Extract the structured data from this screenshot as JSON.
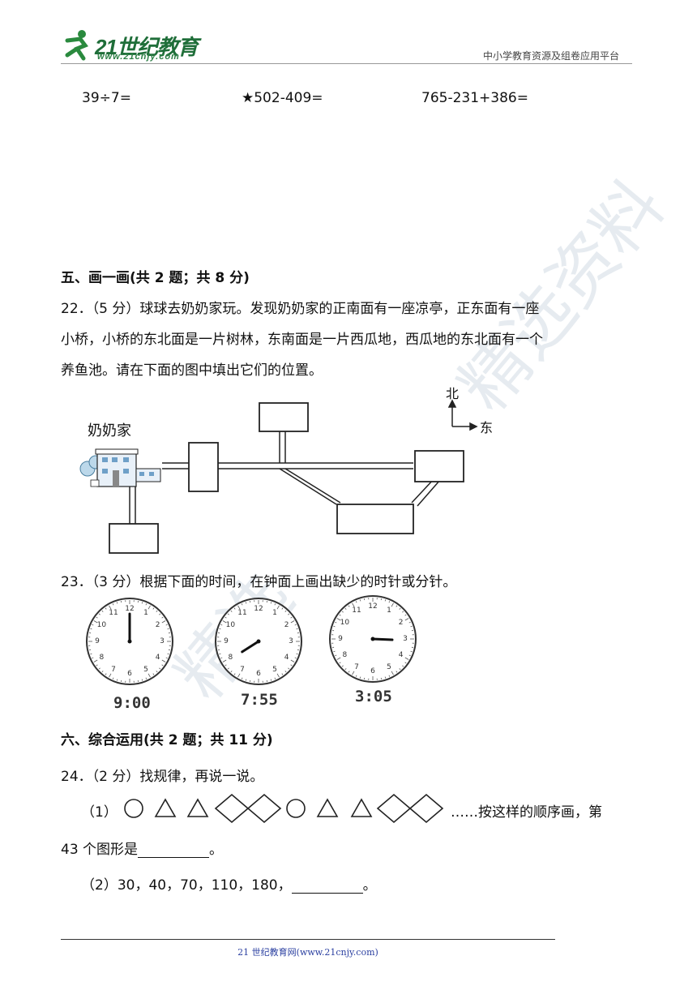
{
  "header": {
    "logo_main": "21世纪教育",
    "logo_sub": "www.21cnjy.com",
    "platform": "中小学教育资源及组卷应用平台"
  },
  "calc": {
    "q1": "39÷7=",
    "q2": "★502-409=",
    "q3": "765-231+386="
  },
  "section5": {
    "title": "五、画一画(共 2 题；共 8 分)",
    "q22": {
      "line1": "22．（5 分）球球去奶奶家玩。发现奶奶家的正南面有一座凉亭，正东面有一座",
      "line2": "小桥，小桥的东北面是一片树林，东南面是一片西瓜地，西瓜地的东北面有一个",
      "line3": "养鱼池。请在下面的图中填出它们的位置。",
      "house_label": "奶奶家",
      "north": "北",
      "east": "东"
    },
    "q23": {
      "text": "23．（3 分）根据下面的时间，在钟面上画出缺少的时针或分针。",
      "clocks": [
        {
          "label": "9:00",
          "hour": 9,
          "minute": 0
        },
        {
          "label": "7:55",
          "hour": 7,
          "minute": 55
        },
        {
          "label": "3:05",
          "hour": 3,
          "minute": 5
        }
      ],
      "dial_numbers": [
        "12",
        "1",
        "2",
        "3",
        "4",
        "5",
        "6",
        "7",
        "8",
        "9",
        "10",
        "11"
      ]
    }
  },
  "section6": {
    "title": "六、综合运用(共 2 题；共 11 分)",
    "q24": {
      "text": "24．（2 分）找规律，再说一说。",
      "p1_prefix": "（1）",
      "p1_suffix": "……按这样的顺序画，第",
      "p1_line2": "43 个图形是",
      "p1_end": "。",
      "p2_text": "（2）30，40，70，110，180，",
      "p2_end": "。"
    }
  },
  "footer": {
    "text": "21 世纪教育网(www.21cnjy.com)"
  }
}
